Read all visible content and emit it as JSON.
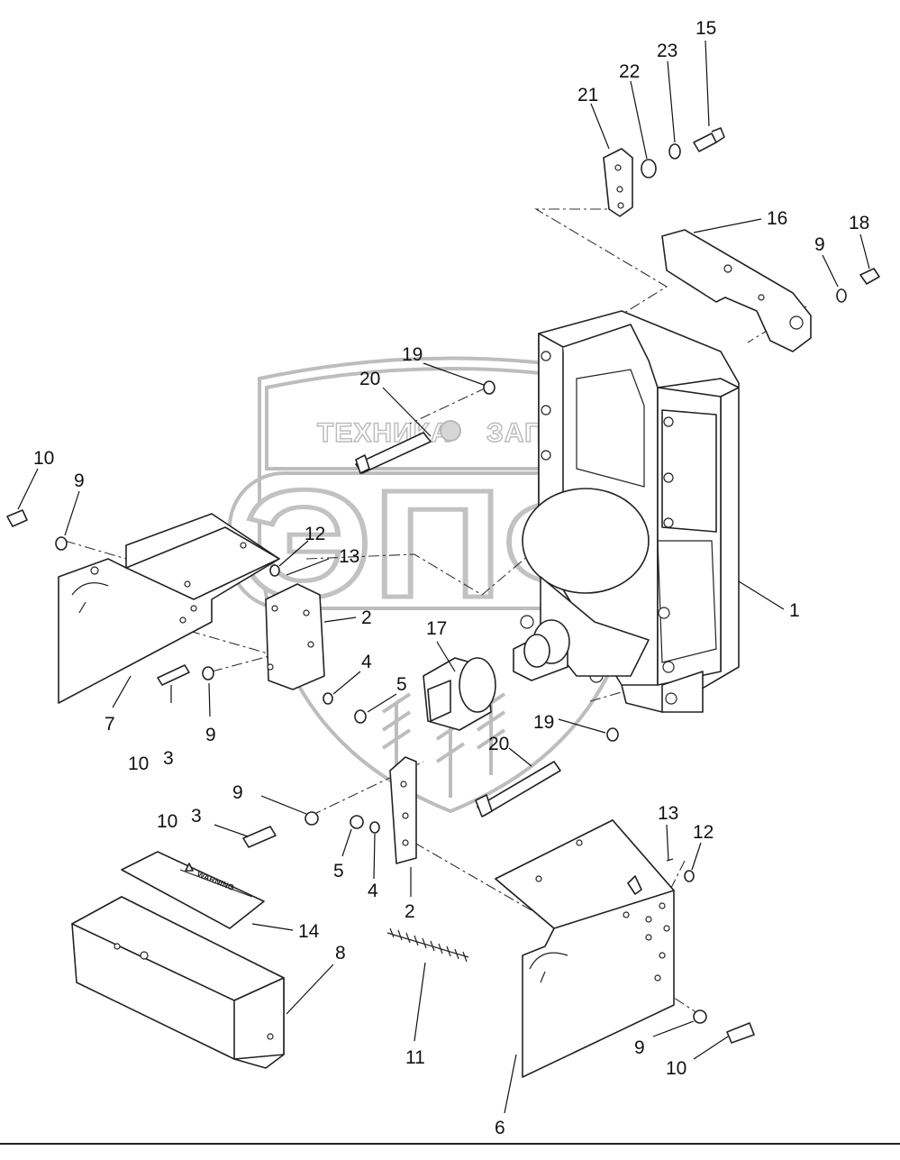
{
  "watermark": {
    "brand_left": "ТЕХНИКА",
    "brand_right": "ЗАПЧАСТИ",
    "monogram": "ЭПФ"
  },
  "warning_label_text": "WARNING",
  "callouts": [
    {
      "id": "c-15",
      "label": "15"
    },
    {
      "id": "c-23",
      "label": "23"
    },
    {
      "id": "c-22",
      "label": "22"
    },
    {
      "id": "c-21",
      "label": "21"
    },
    {
      "id": "c-16",
      "label": "16"
    },
    {
      "id": "c-18",
      "label": "18"
    },
    {
      "id": "c-9a",
      "label": "9"
    },
    {
      "id": "c-19a",
      "label": "19"
    },
    {
      "id": "c-20a",
      "label": "20"
    },
    {
      "id": "c-10a",
      "label": "10"
    },
    {
      "id": "c-9b",
      "label": "9"
    },
    {
      "id": "c-12a",
      "label": "12"
    },
    {
      "id": "c-13a",
      "label": "13"
    },
    {
      "id": "c-2a",
      "label": "2"
    },
    {
      "id": "c-1",
      "label": "1"
    },
    {
      "id": "c-17",
      "label": "17"
    },
    {
      "id": "c-4a",
      "label": "4"
    },
    {
      "id": "c-5a",
      "label": "5"
    },
    {
      "id": "c-7",
      "label": "7"
    },
    {
      "id": "c-3a",
      "label": "3"
    },
    {
      "id": "c-9c",
      "label": "9"
    },
    {
      "id": "c-10b",
      "label": "10"
    },
    {
      "id": "c-19b",
      "label": "19"
    },
    {
      "id": "c-20b",
      "label": "20"
    },
    {
      "id": "c-9d",
      "label": "9"
    },
    {
      "id": "c-10c",
      "label": "10"
    },
    {
      "id": "c-3b",
      "label": "3"
    },
    {
      "id": "c-5b",
      "label": "5"
    },
    {
      "id": "c-4b",
      "label": "4"
    },
    {
      "id": "c-2b",
      "label": "2"
    },
    {
      "id": "c-13b",
      "label": "13"
    },
    {
      "id": "c-12b",
      "label": "12"
    },
    {
      "id": "c-14",
      "label": "14"
    },
    {
      "id": "c-8",
      "label": "8"
    },
    {
      "id": "c-11",
      "label": "11"
    },
    {
      "id": "c-9e",
      "label": "9"
    },
    {
      "id": "c-10d",
      "label": "10"
    },
    {
      "id": "c-6",
      "label": "6"
    }
  ]
}
